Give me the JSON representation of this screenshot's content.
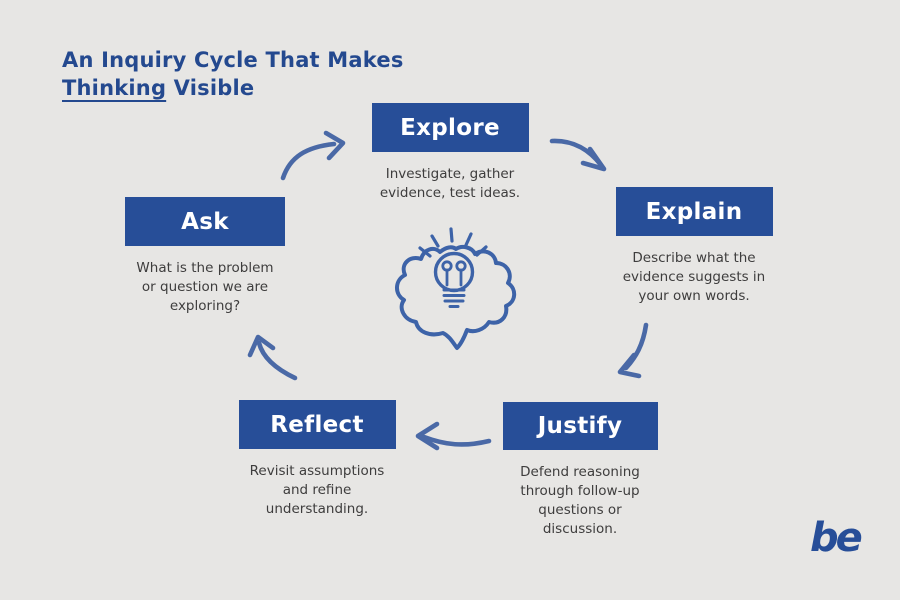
{
  "title": {
    "line1": "An Inquiry Cycle That Makes",
    "line2_underlined": "Thinking",
    "line2_rest": " Visible"
  },
  "stages": [
    {
      "id": "explore",
      "label": "Explore",
      "description": "Investigate, gather\nevidence, test ideas."
    },
    {
      "id": "explain",
      "label": "Explain",
      "description": "Describe what the\nevidence suggests in\nyour own words."
    },
    {
      "id": "justify",
      "label": "Justify",
      "description": "Defend reasoning\nthrough follow-up\nquestions or\ndiscussion."
    },
    {
      "id": "reflect",
      "label": "Reflect",
      "description": "Revisit assumptions\nand refine\nunderstanding."
    },
    {
      "id": "ask",
      "label": "Ask",
      "description": "What is the problem\nor question we are\nexploring?"
    }
  ],
  "icons": {
    "center": "brain-lightbulb-icon",
    "arrows": [
      "arrow-ask-to-explore",
      "arrow-explore-to-explain",
      "arrow-explain-to-justify",
      "arrow-justify-to-reflect",
      "arrow-reflect-to-ask"
    ]
  },
  "logo": {
    "text": "be"
  },
  "colors": {
    "background": "#e7e6e4",
    "box": "#274e98",
    "box_label": "#ffffff",
    "title": "#24498f",
    "arrow": "#4a69a6",
    "icon": "#3d63a8",
    "description_text": "#3e3d3d"
  }
}
